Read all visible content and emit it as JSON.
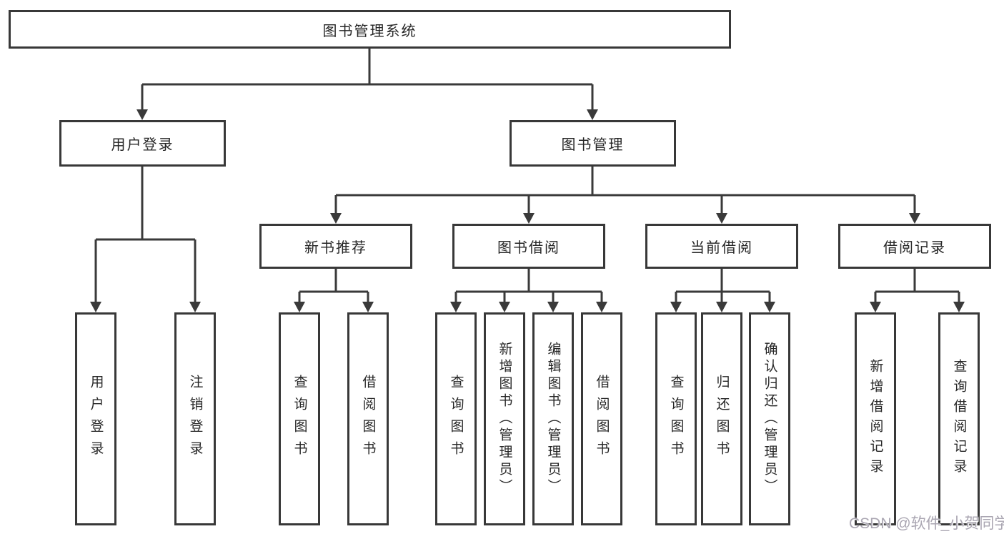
{
  "nodes": {
    "root": "图书管理系统",
    "user_login": "用户登录",
    "book_mgmt": "图书管理",
    "new_books": "新书推荐",
    "book_borrow": "图书借阅",
    "current_borrow": "当前借阅",
    "borrow_records": "借阅记录",
    "leaves": {
      "user_login": [
        "用户登录",
        "注销登录"
      ],
      "new_books": [
        "查询图书",
        "借阅图书"
      ],
      "book_borrow": [
        "查询图书",
        "新增图书（管理员）",
        "编辑图书（管理员）",
        "借阅图书"
      ],
      "current_borrow": [
        "查询图书",
        "归还图书",
        "确认归还（管理员）"
      ],
      "borrow_records": [
        "新增借阅记录",
        "查询借阅记录"
      ]
    }
  },
  "watermark": "CSDN @软件_小贺同学",
  "colors": {
    "background": "#ffffff",
    "box_border": "#383838",
    "connector": "#3a3a3a",
    "text": "#262626",
    "watermark": "#aaa6b2"
  }
}
